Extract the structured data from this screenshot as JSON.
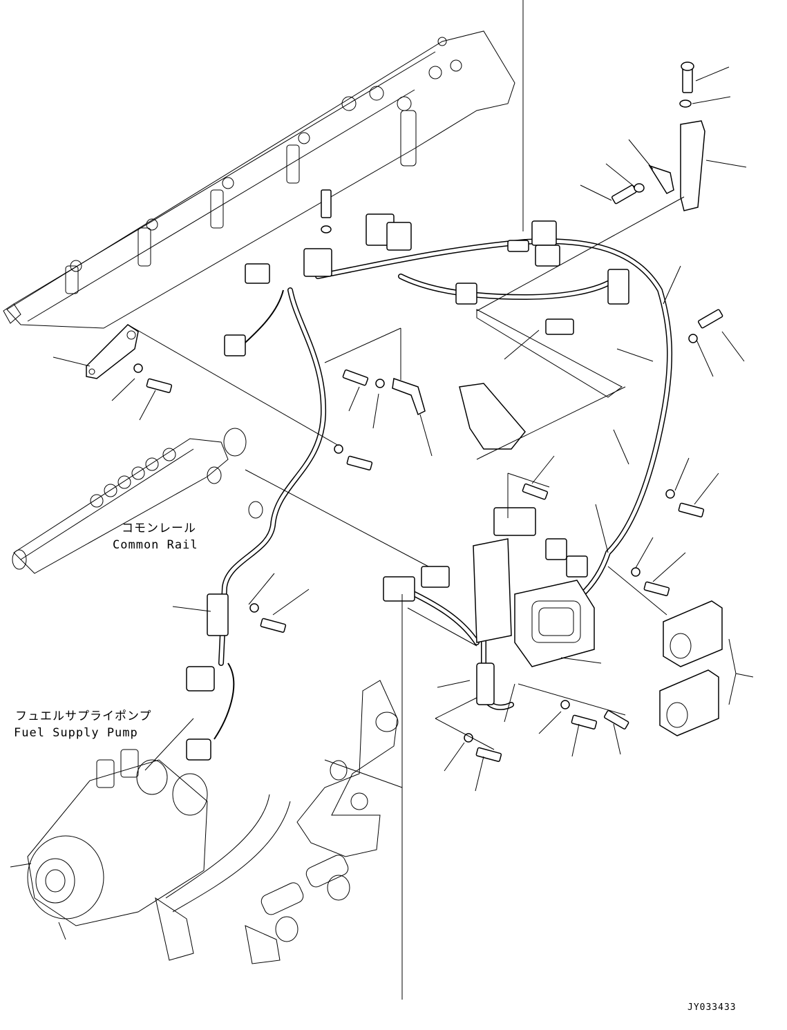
{
  "diagram_code": "JY033433",
  "labels": {
    "common_rail_jp": "コモンレール",
    "common_rail_en": "Common Rail",
    "fuel_pump_jp": "フュエルサプライポンプ",
    "fuel_pump_en": "Fuel Supply Pump"
  }
}
